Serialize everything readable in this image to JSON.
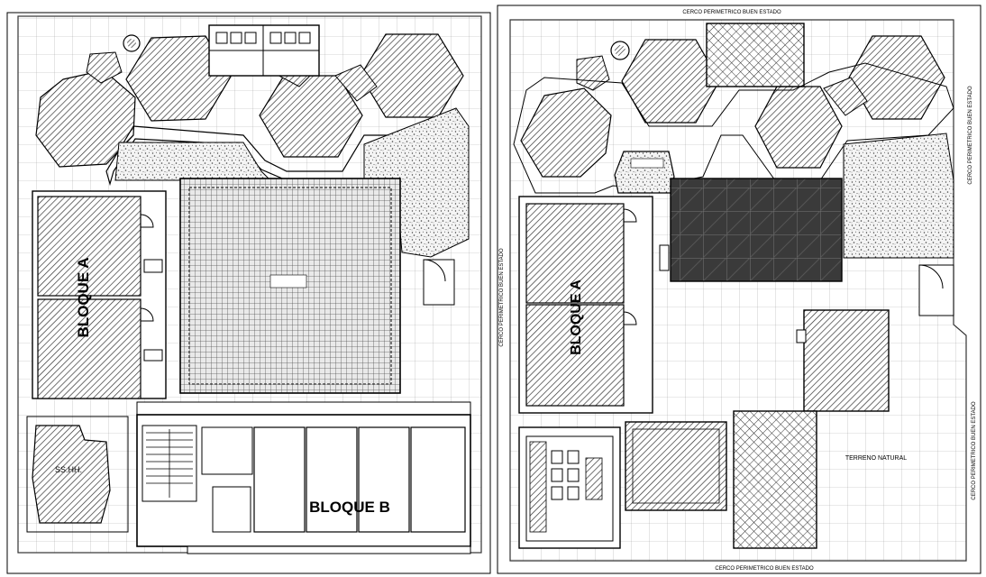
{
  "left_plan": {
    "block_a": "BLOQUE A",
    "block_b": "BLOQUE B",
    "ss_hh": "SS.HH."
  },
  "right_plan": {
    "block_a": "BLOQUE A",
    "fence_top": "CERCO PERIMETRICO BUEN ESTADO",
    "fence_bottom": "CERCO PERIMETRICO BUEN ESTADO",
    "fence_left": "CERCO PERIMETRICO BUEN ESTADO",
    "fence_right_top": "CERCO PERIMETRICO BUEN ESTADO",
    "fence_right_bottom": "CERCO PERIMETRICO BUEN ESTADO",
    "natural_ground": "TERRENO NATURAL"
  }
}
